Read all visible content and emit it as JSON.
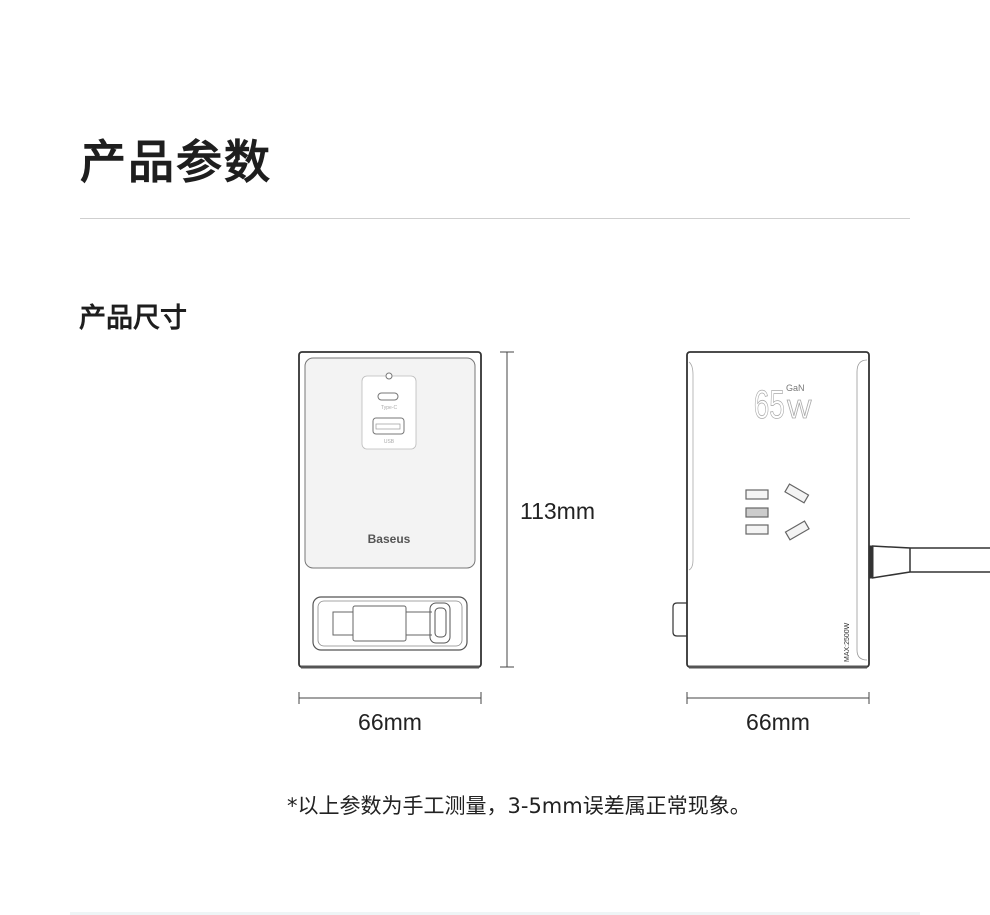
{
  "header": {
    "title": "产品参数"
  },
  "section": {
    "title": "产品尺寸"
  },
  "dimensions": {
    "height": "113mm",
    "front_width": "66mm",
    "side_width": "66mm"
  },
  "product_labels": {
    "brand": "Baseus",
    "port_c": "Type-C",
    "port_usb": "USB",
    "power": "65",
    "power_unit": "W",
    "tech": "GaN",
    "max": "MAX:2500W"
  },
  "note": "*以上参数为手工测量，3-5mm误差属正常现象。"
}
